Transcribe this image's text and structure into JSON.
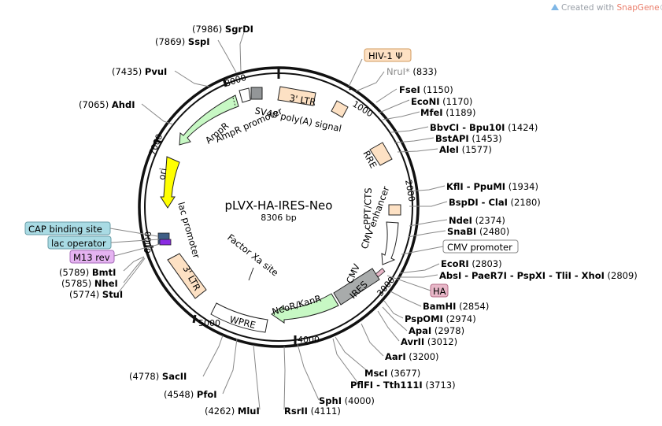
{
  "watermark": {
    "prefix": "Created with ",
    "brand": "SnapGene",
    "suffix": "®"
  },
  "plasmid": {
    "name": "pLVX-HA-IRES-Neo",
    "size": "8306 bp"
  },
  "ticks": [
    "1000",
    "2000",
    "3000",
    "4000",
    "5000",
    "6000",
    "7000",
    "8000"
  ],
  "enzymes": [
    {
      "name": "SgrDI",
      "pos": "(7986)"
    },
    {
      "name": "SspI",
      "pos": "(7869)"
    },
    {
      "name": "PvuI",
      "pos": "(7435)"
    },
    {
      "name": "AhdI",
      "pos": "(7065)"
    },
    {
      "name": "NruI*",
      "pos": "(833)"
    },
    {
      "name": "FseI",
      "pos": "(1150)"
    },
    {
      "name": "EcoNI",
      "pos": "(1170)"
    },
    {
      "name": "MfeI",
      "pos": "(1189)"
    },
    {
      "name": "BbvCI - Bpu10I",
      "pos": "(1424)"
    },
    {
      "name": "BstAPI",
      "pos": "(1453)"
    },
    {
      "name": "AleI",
      "pos": "(1577)"
    },
    {
      "name": "KflI - PpuMI",
      "pos": "(1934)"
    },
    {
      "name": "BspDI - ClaI",
      "pos": "(2180)"
    },
    {
      "name": "NdeI",
      "pos": "(2374)"
    },
    {
      "name": "SnaBI",
      "pos": "(2480)"
    },
    {
      "name": "EcoRI",
      "pos": "(2803)"
    },
    {
      "name": "AbsI - PaeR7I - PspXI - TliI - XhoI",
      "pos": "(2809)"
    },
    {
      "name": "BamHI",
      "pos": "(2854)"
    },
    {
      "name": "PspOMI",
      "pos": "(2974)"
    },
    {
      "name": "ApaI",
      "pos": "(2978)"
    },
    {
      "name": "AvrII",
      "pos": "(3012)"
    },
    {
      "name": "AarI",
      "pos": "(3200)"
    },
    {
      "name": "MscI",
      "pos": "(3677)"
    },
    {
      "name": "PflFI - Tth111I",
      "pos": "(3713)"
    },
    {
      "name": "SphI",
      "pos": "(4000)"
    },
    {
      "name": "RsrII",
      "pos": "(4111)"
    },
    {
      "name": "MluI",
      "pos": "(4262)"
    },
    {
      "name": "PfoI",
      "pos": "(4548)"
    },
    {
      "name": "SacII",
      "pos": "(4778)"
    },
    {
      "name": "BmtI",
      "pos": "(5789)"
    },
    {
      "name": "NheI",
      "pos": "(5785)"
    },
    {
      "name": "StuI",
      "pos": "(5774)"
    }
  ],
  "boxed_labels": {
    "hiv": "HIV-1 Ψ",
    "cmv_promoter": "CMV promoter",
    "ha": "HA",
    "cap": "CAP binding site",
    "lac_operator": "lac operator",
    "m13": "M13 rev"
  },
  "features": {
    "ltr3_top": "3' LTR",
    "sv40": "SV40 poly(A) signal",
    "ampr_promoter": "AmpR promoter",
    "ampr": "AmpR",
    "ori": "ori",
    "lac_promoter": "lac promoter",
    "ltr3_bottom": "3' LTR",
    "rre": "RRE",
    "cppt": "cPPT/CTS",
    "cmv_enhancer": "CMV enhancer",
    "cmv_inner": "CMV",
    "ires": "IRES",
    "neor": "NeoR/KanR",
    "wpre": "WPRE",
    "factor_xa": "Factor Xa site"
  },
  "colors": {
    "backbone": "#111111",
    "ltr": "#fde1c4",
    "ampr": "#c7f8c4",
    "ori": "#ffff00",
    "ires": "#a8abab",
    "neor": "#c7f8c4",
    "wpre": "#ffffff",
    "hiv_box": "#fde1c4",
    "ha_box": "#e8b7c8",
    "cap_box": "#a9dbe4",
    "m13_box": "#e5b3f1",
    "watermark": "#9aa0a8",
    "sv40": "#939698"
  }
}
